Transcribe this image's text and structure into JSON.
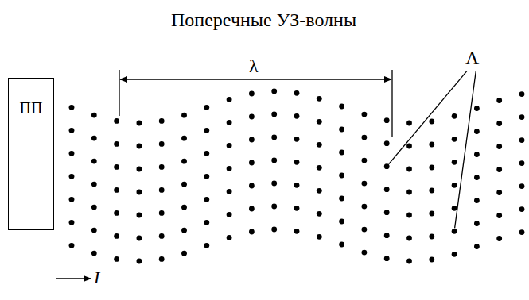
{
  "diagram": {
    "title": "Поперечные УЗ-волны",
    "nodes": [
      {
        "text": [
          "ПП"
        ]
      }
    ],
    "labels": [
      "λ",
      "A",
      "I"
    ]
  }
}
